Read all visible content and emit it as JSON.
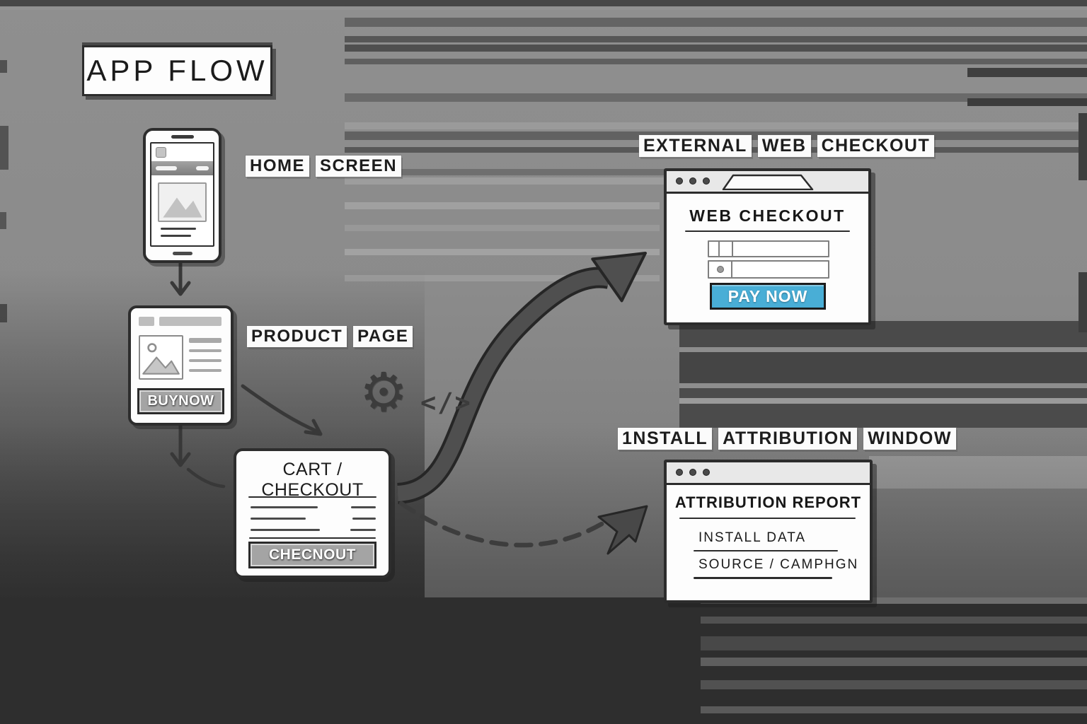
{
  "title": "APP FLOW",
  "colors": {
    "accent": "#49aed6",
    "ink": "#2c2c2c",
    "arrow_fill": "#4f4f4f",
    "canvas_gray": "#8b8b8b",
    "dark_band": "#2e2e2e"
  },
  "labels": {
    "home_screen": {
      "text": "HOME SCREEN",
      "words": [
        "HOME",
        "SCREEN"
      ]
    },
    "product_page": {
      "text": "PRODUCT PAGE",
      "words": [
        "PRODUCT",
        "PAGE"
      ]
    },
    "external_web_checkout": {
      "text": "EXTERNAL WEB CHECKOUT",
      "words": [
        "EXTERNAL",
        "WEB",
        "CHECKOUT"
      ]
    },
    "install_attribution_window": {
      "text": "1NSTALL ATTRIBUTION WINDOW",
      "words": [
        "1NSTALL",
        "ATTRIBUTION",
        "WINDOW"
      ]
    }
  },
  "product_page": {
    "buy_button": "BUYNOW"
  },
  "cart": {
    "heading": "CART / CHECKOUT",
    "checkout_button": "CHECNOUT"
  },
  "web_checkout": {
    "heading": "WEB CHECKOUT",
    "pay_button": "PAY NOW"
  },
  "attribution": {
    "heading": "ATTRIBUTION REPORT",
    "row1": "INSTALL DATA",
    "row2": "SOURCE / CAMPHGN"
  },
  "icons": {
    "gear": "⚙",
    "code": "</>"
  }
}
